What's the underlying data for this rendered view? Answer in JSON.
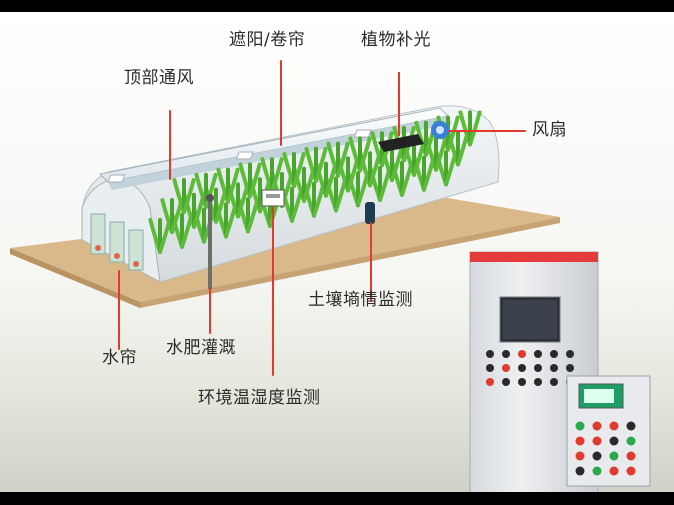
{
  "labels": {
    "shade_curtain": "遮阳/卷帘",
    "plant_light": "植物补光",
    "top_vent": "顶部通风",
    "fan": "风扇",
    "soil_monitor": "土壤墒情监测",
    "water_fertilizer": "水肥灌溉",
    "water_curtain": "水帘",
    "env_monitor": "环境温湿度监测"
  },
  "colors": {
    "callout": "#e23a2e",
    "ground": "#d9b98a",
    "plants": "#5dbb3a",
    "cabinet": "#e4e6ea",
    "cabinet_top": "#e53b3b",
    "screen": "#2c3038",
    "panel_screen": "#1e9e64"
  },
  "icons": {
    "fan": "fan-icon",
    "light": "lamp-icon",
    "sensor": "sensor-icon"
  }
}
